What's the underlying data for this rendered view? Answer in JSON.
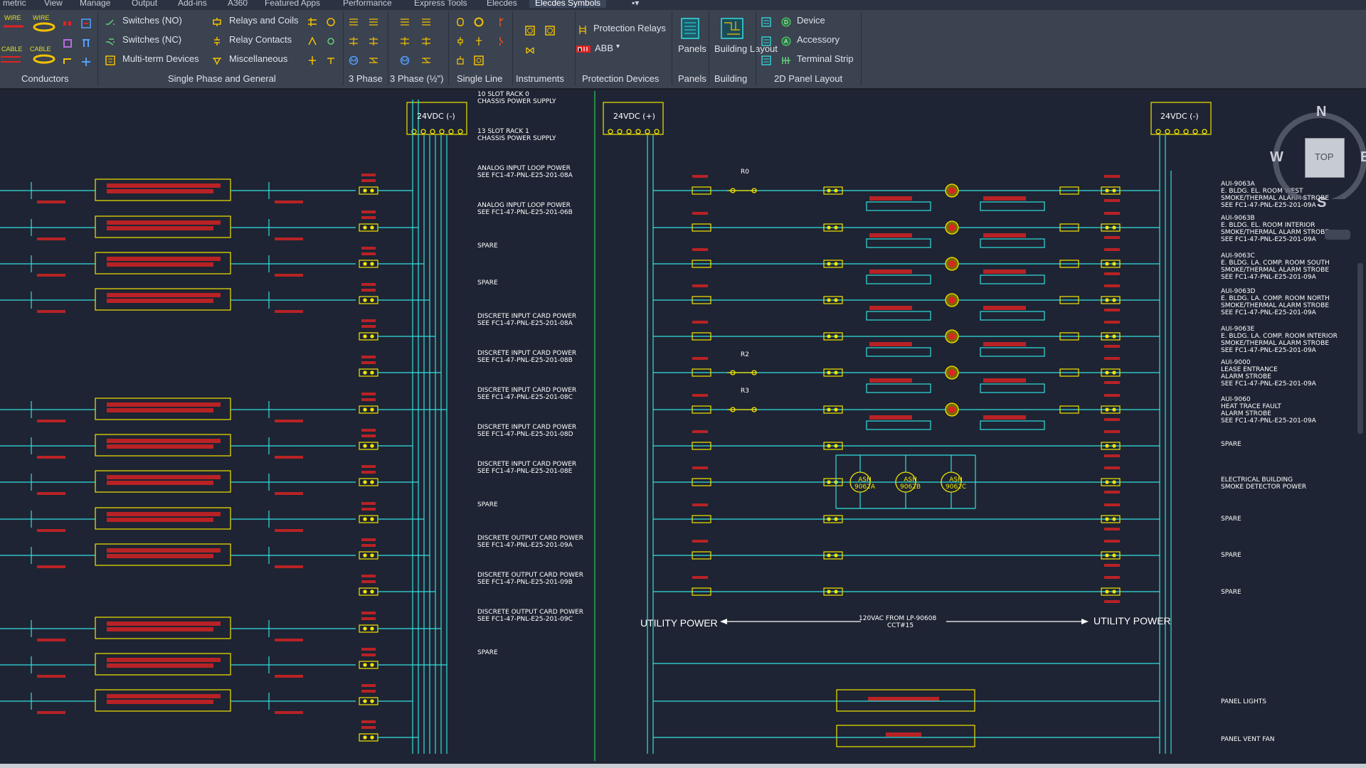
{
  "menubar": {
    "items": [
      "metric",
      "View",
      "Manage",
      "Output",
      "Add-ins",
      "A360",
      "Featured Apps",
      "Performance",
      "Express Tools",
      "Elecdes"
    ],
    "active_tab": "Elecdes Symbols"
  },
  "ribbon": {
    "conductors": {
      "wire_labels": [
        "WIRE",
        "WIRE",
        "CABLE",
        "CABLE"
      ],
      "panel_label": "Conductors"
    },
    "single_phase": {
      "items": [
        "Switches (NO)",
        "Switches (NC)",
        "Multi-term Devices",
        "Relays and Coils",
        "Relay Contacts",
        "Miscellaneous"
      ],
      "panel_label": "Single Phase and General"
    },
    "three_phase": {
      "panel_label": "3 Phase"
    },
    "three_phase_half": {
      "panel_label": "3 Phase (½\")"
    },
    "single_line": {
      "panel_label": "Single Line"
    },
    "instruments": {
      "panel_label": "Instruments"
    },
    "protection": {
      "relays_label": "Protection Relays",
      "manufacturer": "ABB",
      "panel_label": "Protection Devices"
    },
    "panels": {
      "button_label": "Panels",
      "panel_label": "Panels"
    },
    "building": {
      "button_label": "Building Layout",
      "panel_label": "Building"
    },
    "panel_layout": {
      "items": [
        "Device",
        "Accessory",
        "Terminal Strip"
      ],
      "panel_label": "2D Panel Layout"
    }
  },
  "viewcube": {
    "top": "TOP",
    "north": "N",
    "south": "S",
    "east": "E",
    "west": "W"
  },
  "drawing": {
    "supplies": [
      "24VDC (-)",
      "24VDC (+)",
      "24VDC (-)"
    ],
    "mid_annotations": [
      [
        "10 SLOT RACK 0",
        "CHASSIS POWER SUPPLY"
      ],
      [
        "13 SLOT RACK 1",
        "CHASSIS POWER SUPPLY"
      ],
      [
        "ANALOG INPUT LOOP POWER",
        "SEE FC1-47-PNL-E25-201-08A"
      ],
      [
        "ANALOG INPUT LOOP POWER",
        "SEE FC1-47-PNL-E25-201-06B"
      ],
      [
        "SPARE"
      ],
      [
        "SPARE"
      ],
      [
        "DISCRETE INPUT CARD POWER",
        "SEE FC1-47-PNL-E25-201-08A"
      ],
      [
        "DISCRETE INPUT CARD POWER",
        "SEE FC1-47-PNL-E25-201-08B"
      ],
      [
        "DISCRETE INPUT CARD POWER",
        "SEE FC1-47-PNL-E25-201-08C"
      ],
      [
        "DISCRETE INPUT CARD POWER",
        "SEE FC1-47-PNL-E25-201-08D"
      ],
      [
        "DISCRETE INPUT CARD POWER",
        "SEE FC1-47-PNL-E25-201-08E"
      ],
      [
        "SPARE"
      ],
      [
        "DISCRETE OUTPUT CARD POWER",
        "SEE FC1-47-PNL-E25-201-09A"
      ],
      [
        "DISCRETE OUTPUT CARD POWER",
        "SEE FC1-47-PNL-E25-201-09B"
      ],
      [
        "DISCRETE OUTPUT CARD POWER",
        "SEE FC1-47-PNL-E25-201-09C"
      ],
      [
        "SPARE"
      ]
    ],
    "right_annotations": [
      [
        "AUI-9063A",
        "E. BLDG. EL. ROOM WEST",
        "SMOKE/THERMAL ALARM STROBE",
        "SEE FC1-47-PNL-E25-201-09A"
      ],
      [
        "AUI-9063B",
        "E. BLDG. EL. ROOM INTERIOR",
        "SMOKE/THERMAL ALARM STROBE",
        "SEE FC1-47-PNL-E25-201-09A"
      ],
      [
        "AUI-9063C",
        "E. BLDG. LA. COMP. ROOM SOUTH",
        "SMOKE/THERMAL ALARM STROBE",
        "SEE FC1-47-PNL-E25-201-09A"
      ],
      [
        "AUI-9063D",
        "E. BLDG. LA. COMP. ROOM NORTH",
        "SMOKE/THERMAL ALARM STROBE",
        "SEE FC1-47-PNL-E25-201-09A"
      ],
      [
        "AUI-9063E",
        "E. BLDG. LA. COMP. ROOM INTERIOR",
        "SMOKE/THERMAL ALARM STROBE",
        "SEE FC1-47-PNL-E25-201-09A"
      ],
      [
        "AUI-9000",
        "LEASE ENTRANCE",
        "ALARM STROBE",
        "SEE FC1-47-PNL-E25-201-09A"
      ],
      [
        "AUI-9060",
        "HEAT TRACE FAULT",
        "ALARM STROBE",
        "SEE FC1-47-PNL-E25-201-09A"
      ],
      [
        "SPARE"
      ],
      [
        "ELECTRICAL BUILDING",
        "SMOKE DETECTOR POWER"
      ],
      [
        "SPARE"
      ],
      [
        "SPARE"
      ],
      [
        "SPARE"
      ],
      [
        "PANEL LIGHTS"
      ],
      [
        "PANEL VENT FAN"
      ]
    ],
    "utility_power_left": "UTILITY POWER",
    "utility_power_right": "UTILITY POWER",
    "utility_source": [
      "120VAC FROM LP-90608",
      "CCT#15"
    ],
    "relay_labels": [
      "R0",
      "R2",
      "R3"
    ],
    "smoke_detectors": [
      "ASH\n9062A",
      "ASH\n9062B",
      "ASH\n9062C"
    ]
  },
  "colors": {
    "background": "#1e2433",
    "ribbon": "#3b4250",
    "wire": "#33e0e0",
    "component": "#f2e600",
    "red_text": "#e02222",
    "white_text": "#ffffff",
    "green_bus": "#33cc55"
  }
}
